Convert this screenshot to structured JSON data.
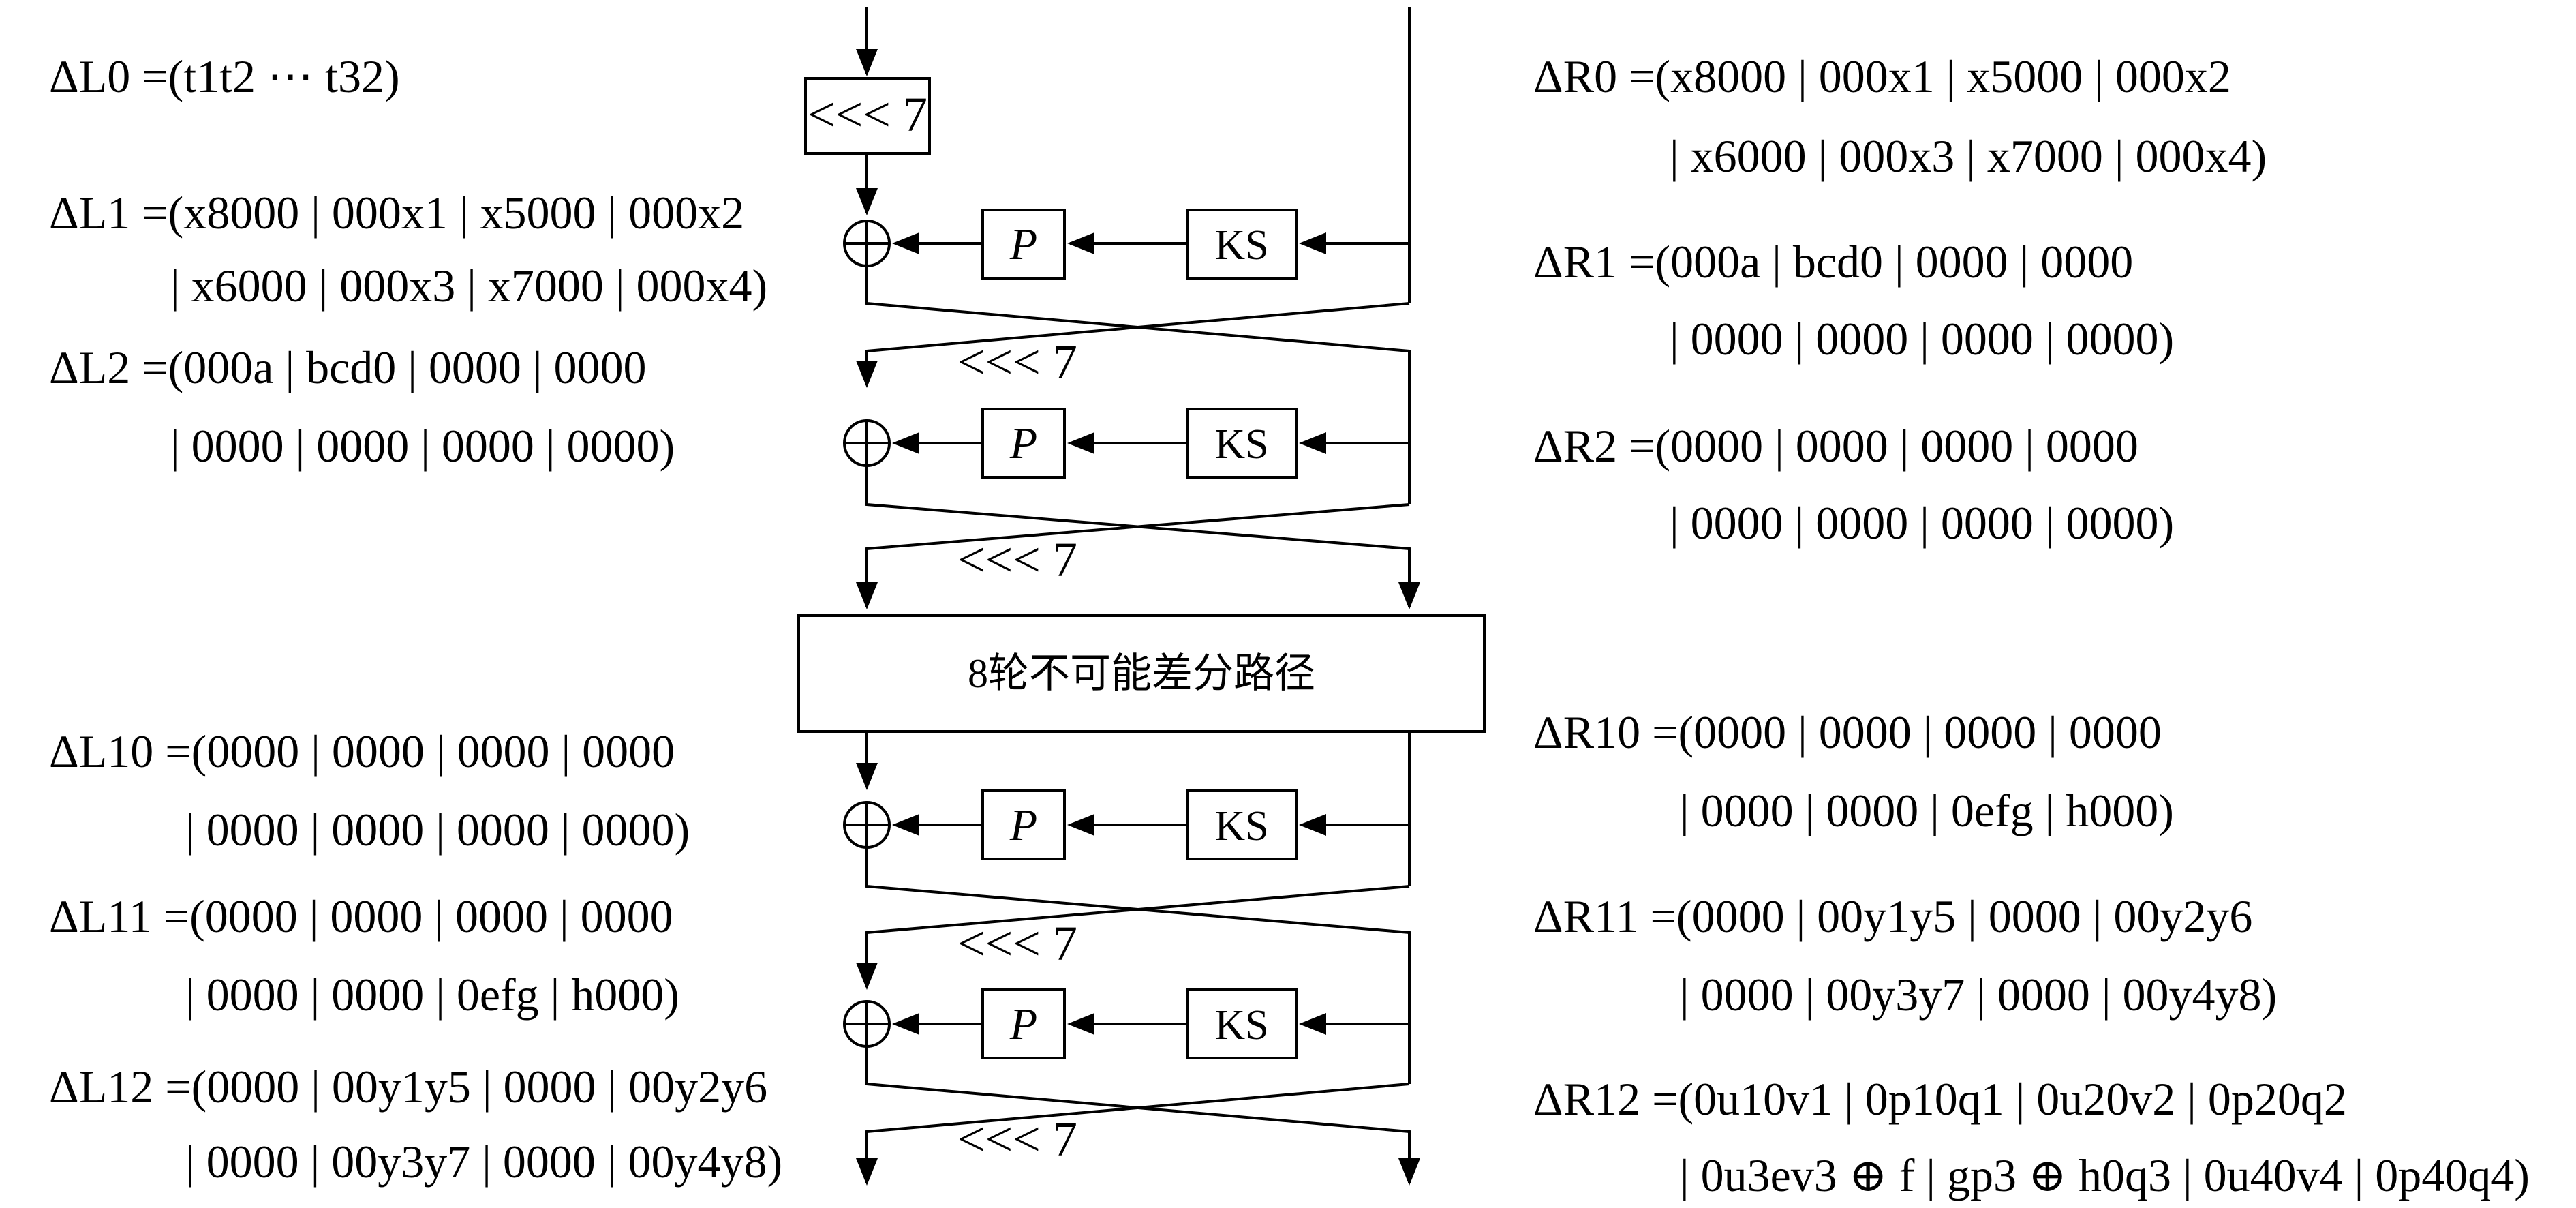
{
  "diagram": {
    "rot_label": "<<< 7",
    "p_label": "P",
    "ks_label": "KS",
    "middle_box_label": "8轮不可能差分路径"
  },
  "left_equations": [
    {
      "lhs": "ΔL0 = ",
      "lines": [
        "(t1t2 ⋯ t32)"
      ]
    },
    {
      "lhs": "ΔL1 = ",
      "lines": [
        "(x8000 | 000x1 | x5000 | 000x2",
        "| x6000 | 000x3 | x7000 | 000x4)"
      ]
    },
    {
      "lhs": "ΔL2 = ",
      "lines": [
        "(000a | bcd0 | 0000 | 0000",
        "| 0000 | 0000 | 0000 | 0000)"
      ]
    },
    {
      "lhs": "ΔL10 = ",
      "lines": [
        "(0000 | 0000 | 0000 | 0000",
        "| 0000 | 0000 | 0000 | 0000)"
      ]
    },
    {
      "lhs": "ΔL11 = ",
      "lines": [
        "(0000 | 0000 | 0000 | 0000",
        "| 0000 | 0000 | 0efg | h000)"
      ]
    },
    {
      "lhs": "ΔL12 = ",
      "lines": [
        "(0000 | 00y1y5 | 0000 | 00y2y6",
        "| 0000 | 00y3y7 | 0000 | 00y4y8)"
      ]
    }
  ],
  "right_equations": [
    {
      "lhs": "ΔR0 = ",
      "lines": [
        "(x8000 | 000x1 | x5000 | 000x2",
        "| x6000 | 000x3 | x7000 | 000x4)"
      ]
    },
    {
      "lhs": "ΔR1 = ",
      "lines": [
        "(000a | bcd0 | 0000 | 0000",
        "| 0000 | 0000 | 0000 | 0000)"
      ]
    },
    {
      "lhs": "ΔR2 = ",
      "lines": [
        "(0000 | 0000 | 0000 | 0000",
        "| 0000 | 0000 | 0000 | 0000)"
      ]
    },
    {
      "lhs": "ΔR10 = ",
      "lines": [
        "(0000 | 0000 | 0000 | 0000",
        "| 0000 | 0000 | 0efg | h000)"
      ]
    },
    {
      "lhs": "ΔR11 = ",
      "lines": [
        "(0000 | 00y1y5 | 0000 | 00y2y6",
        "| 0000 | 00y3y7 | 0000 | 00y4y8)"
      ]
    },
    {
      "lhs": "ΔR12 = ",
      "lines": [
        "(0u10v1 | 0p10q1 | 0u20v2 | 0p20q2",
        "| 0u3ev3 ⊕ f | gp3 ⊕ h0q3 | 0u40v4 | 0p40q4)"
      ]
    }
  ]
}
